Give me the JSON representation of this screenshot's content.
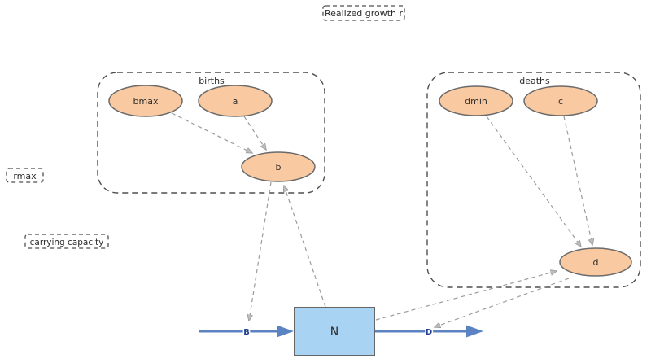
{
  "title_label": {
    "text": "Realized growth r"
  },
  "floating_labels": {
    "rmax": "rmax",
    "carrying_capacity": "carrying capacity"
  },
  "groups": {
    "births": {
      "label": "births"
    },
    "deaths": {
      "label": "deaths"
    }
  },
  "nodes": {
    "bmax": {
      "label": "bmax"
    },
    "a": {
      "label": "a"
    },
    "b": {
      "label": "b"
    },
    "dmin": {
      "label": "dmin"
    },
    "c": {
      "label": "c"
    },
    "d": {
      "label": "d"
    }
  },
  "stock": {
    "label": "N"
  },
  "flows": {
    "inflow": {
      "label": "B"
    },
    "outflow": {
      "label": "D"
    }
  },
  "edges": [
    {
      "from": "bmax",
      "to": "b"
    },
    {
      "from": "a",
      "to": "b"
    },
    {
      "from": "N",
      "to": "b"
    },
    {
      "from": "b",
      "to": "B"
    },
    {
      "from": "dmin",
      "to": "d"
    },
    {
      "from": "c",
      "to": "d"
    },
    {
      "from": "N",
      "to": "d"
    },
    {
      "from": "d",
      "to": "D"
    }
  ],
  "colors": {
    "node_fill": "#f9c9a1",
    "node_stroke": "#6a6a6a",
    "stock_fill": "#a9d3f2",
    "flow_blue": "#5b82c2",
    "connector_gray": "#9b9b9b",
    "dashed_border": "#4f4f4f",
    "text": "#2b2b2b"
  }
}
